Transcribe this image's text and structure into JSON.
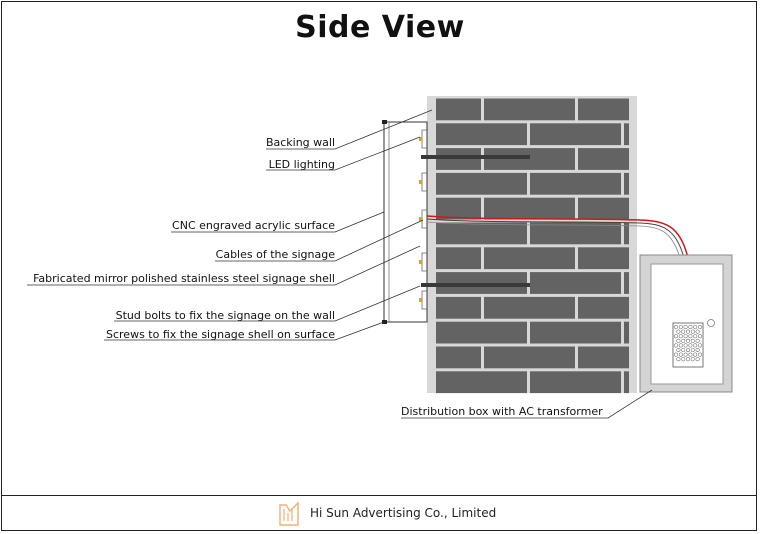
{
  "title": "Side View",
  "labels": {
    "backing_wall": "Backing wall",
    "led_lighting": "LED lighting",
    "acrylic_surface": "CNC engraved acrylic surface",
    "cables": "Cables of the signage",
    "shell": "Fabricated mirror polished stainless steel signage shell",
    "stud_bolts": "Stud bolts to fix the signage on the wall",
    "screws": "Screws to fix the signage shell on surface",
    "distribution_box": "Distribution box with AC transformer"
  },
  "footer": {
    "company": "Hi Sun Advertising Co., Limited",
    "logo_icon": "hisun-logo-icon"
  },
  "colors": {
    "brick": "#636363",
    "mortar": "#d8d8d8",
    "cable_red": "#d01818",
    "logo_orange": "#f0b070"
  }
}
